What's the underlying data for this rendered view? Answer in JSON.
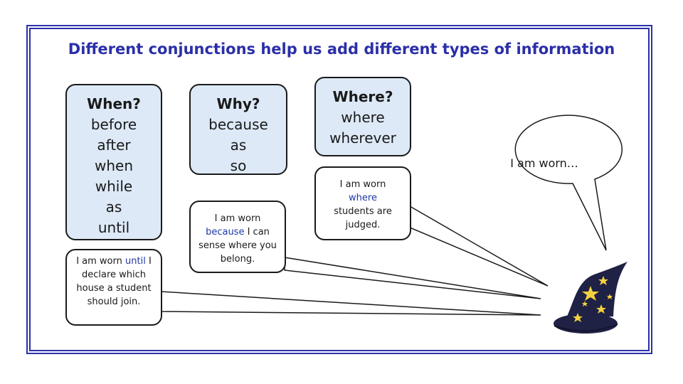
{
  "title": "Different conjunctions help us add different types of information",
  "when_box": {
    "heading": "When?",
    "words": [
      "before",
      "after",
      "when",
      "while",
      "as",
      "until"
    ]
  },
  "why_box": {
    "heading": "Why?",
    "words": [
      "because",
      "as",
      "so"
    ]
  },
  "where_box": {
    "heading": "Where?",
    "words": [
      "where",
      "wherever"
    ]
  },
  "until_example": {
    "pre": "I am worn",
    "conjunction": "until",
    "post": "I declare which house a student should join."
  },
  "because_example": {
    "pre": "I am worn",
    "conjunction": "because",
    "post": "I can sense where you belong."
  },
  "where_example": {
    "pre": "I am worn",
    "conjunction": "where",
    "post": "students are judged."
  },
  "bubble_text": "I am worn…",
  "colors": {
    "title": "#2b2fa8",
    "frame": "#2b2fa8",
    "box_fill": "#dde9f7",
    "conjunction": "#1e38a6",
    "hat": "#1f2244",
    "stars": "#f4d03f"
  }
}
